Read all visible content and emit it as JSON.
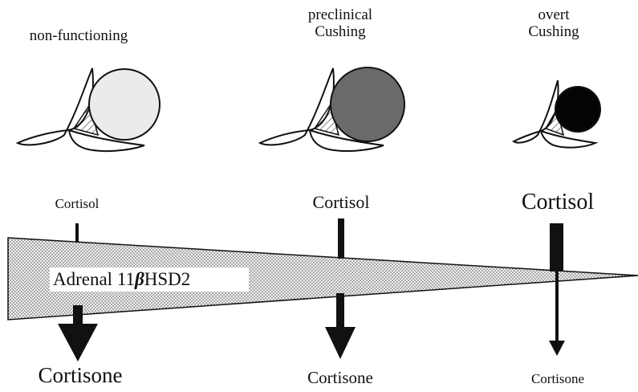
{
  "columns": [
    {
      "label": "non-functioning",
      "cortisol": "Cortisol",
      "cortisone": "Cortisone",
      "tumor_color": "#ebebeb"
    },
    {
      "label_line1": "preclinical",
      "label_line2": "Cushing",
      "cortisol": "Cortisol",
      "cortisone": "Cortisone",
      "tumor_color": "#6a6a6a"
    },
    {
      "label_line1": "overt",
      "label_line2": "Cushing",
      "cortisol": "Cortisol",
      "cortisone": "Cortisone",
      "tumor_color": "#050505"
    }
  ],
  "enzyme": {
    "prefix": "Adrenal 11",
    "symbol": "β",
    "suffix": "HSD2"
  },
  "colors": {
    "ink": "#111111",
    "wedge_fill": "#d6d6d6",
    "gland_fill": "#ffffff"
  }
}
